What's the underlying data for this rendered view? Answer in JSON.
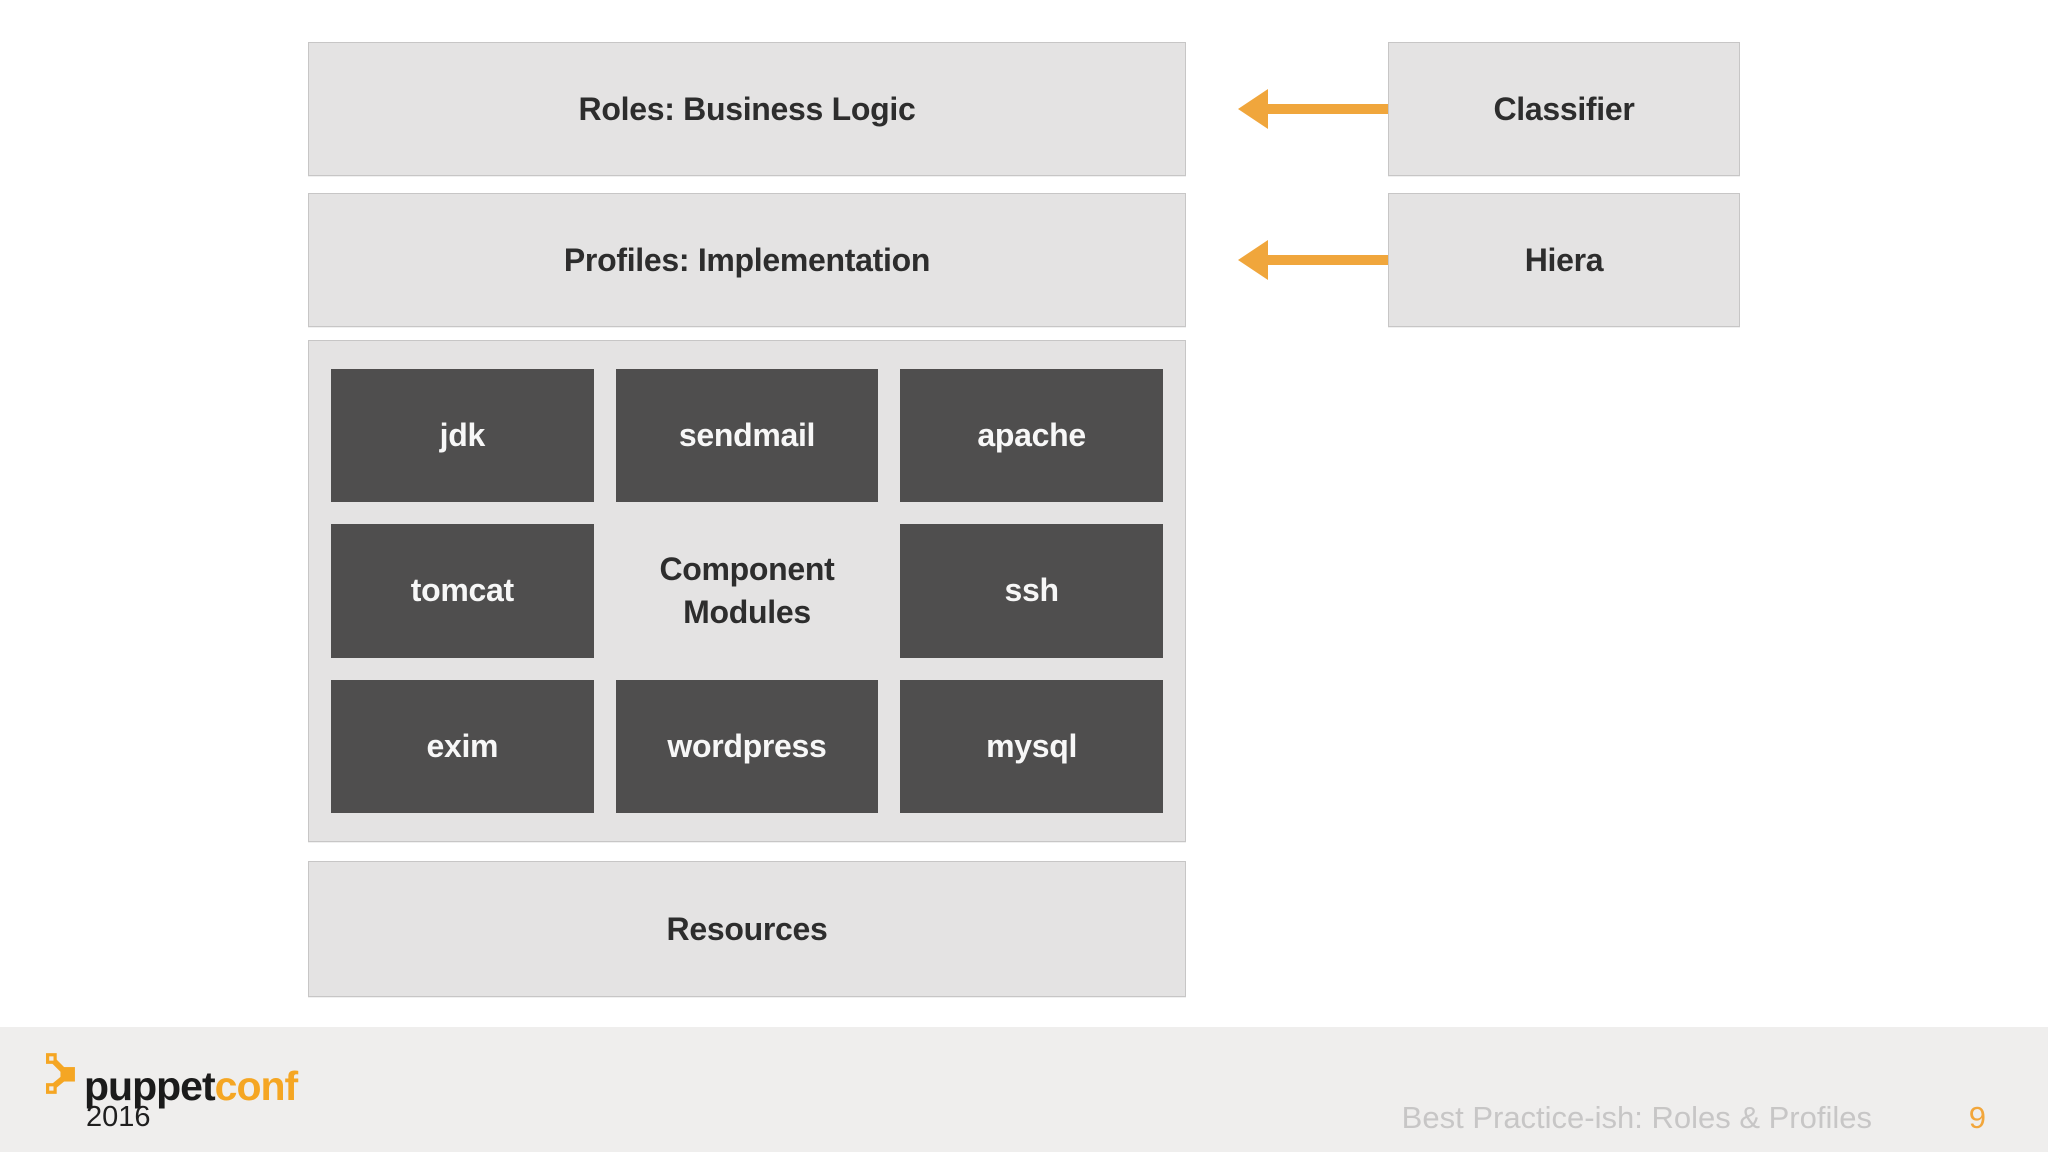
{
  "diagram": {
    "roles_label": "Roles: Business Logic",
    "profiles_label": "Profiles: Implementation",
    "resources_label": "Resources",
    "classifier_label": "Classifier",
    "hiera_label": "Hiera",
    "component_modules": {
      "title_line1": "Component",
      "title_line2": "Modules"
    },
    "modules": [
      "jdk",
      "sendmail",
      "apache",
      "tomcat",
      "ssh",
      "exim",
      "wordpress",
      "mysql"
    ]
  },
  "footer": {
    "logo_text_black": "puppet",
    "logo_text_orange": "conf",
    "year": "2016",
    "slide_title": "Best Practice-ish: Roles & Profiles",
    "page_number": "9"
  },
  "icons": {
    "arrow_left_icon": "left-pointing orange arrow",
    "puppet_logo_icon": "puppet node-fork mark"
  },
  "colors": {
    "accent_orange": "#f5a623",
    "arrow_orange": "#f0a63c",
    "light_box": "#e4e3e3",
    "light_box_border": "#c7c6c6",
    "dark_box": "#4f4e4e",
    "footer_bg": "#efeeed",
    "muted_title_text": "#c7c6c6",
    "dark_text": "#2d2d2d"
  }
}
